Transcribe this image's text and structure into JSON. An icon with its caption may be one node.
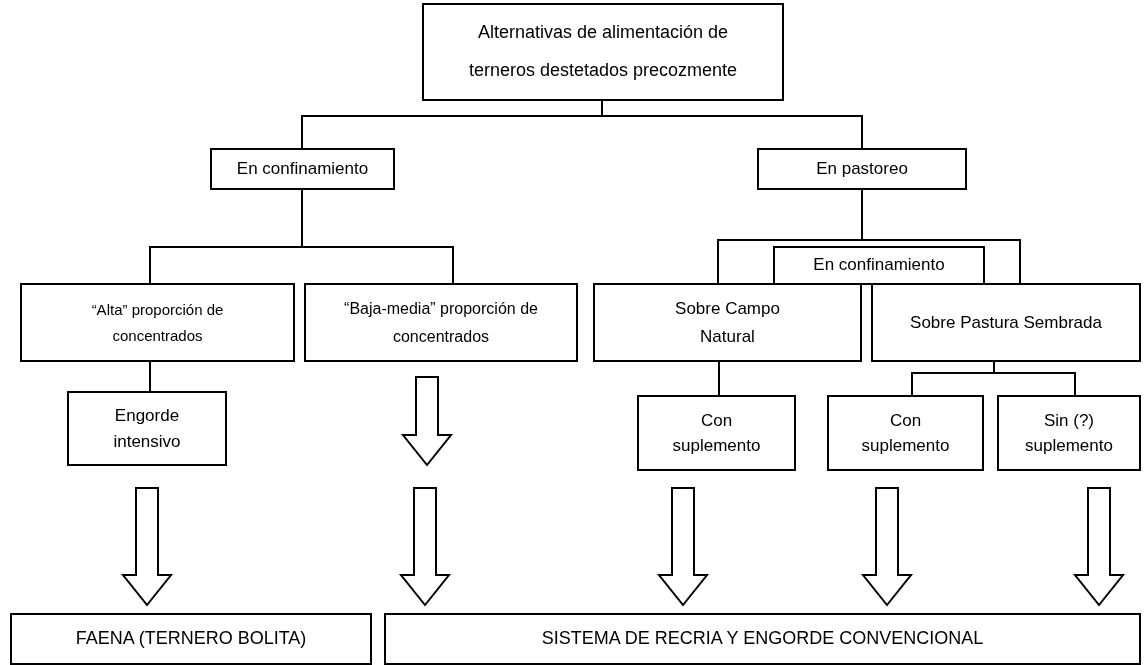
{
  "diagram": {
    "nodes": [
      {
        "text": [
          "Alternativas de alimentación de terneros destetados precozmente"
        ]
      },
      {
        "text": [
          "En confinamiento"
        ]
      },
      {
        "text": [
          "En pastoreo"
        ]
      },
      {
        "text": [
          "En confinamiento"
        ]
      },
      {
        "text": [
          "“Alta” proporción de concentrados"
        ]
      },
      {
        "text": [
          "“Baja-media” proporción de concentrados"
        ]
      },
      {
        "text": [
          "Sobre Campo Natural"
        ]
      },
      {
        "text": [
          "Sobre Pastura Sembrada"
        ]
      },
      {
        "text": [
          "Engorde intensivo"
        ]
      },
      {
        "text": [
          "Con suplemento"
        ]
      },
      {
        "text": [
          "Con suplemento"
        ]
      },
      {
        "text": [
          "Sin (?) suplemento"
        ]
      },
      {
        "text": [
          "FAENA (TERNERO BOLITA)"
        ]
      },
      {
        "text": [
          "SISTEMA DE RECRIA Y ENGORDE CONVENCIONAL"
        ]
      }
    ],
    "edges": [
      {
        "from": 0,
        "to": 1,
        "arrow": "none"
      },
      {
        "from": 0,
        "to": 2,
        "arrow": "none"
      },
      {
        "from": 1,
        "to": 4,
        "arrow": "none"
      },
      {
        "from": 1,
        "to": 5,
        "arrow": "none"
      },
      {
        "from": 2,
        "to": 6,
        "arrow": "none"
      },
      {
        "from": 2,
        "to": 7,
        "arrow": "none"
      },
      {
        "from": 4,
        "to": 8,
        "arrow": "none"
      },
      {
        "from": 6,
        "to": 9,
        "arrow": "none"
      },
      {
        "from": 7,
        "to": 10,
        "arrow": "none"
      },
      {
        "from": 7,
        "to": 11,
        "arrow": "none"
      },
      {
        "from": 8,
        "to": 12,
        "arrow": "to"
      },
      {
        "from": 5,
        "to": null,
        "arrow": "to"
      },
      {
        "from": null,
        "to": 13,
        "arrow": "to"
      },
      {
        "from": 9,
        "to": 13,
        "arrow": "to"
      },
      {
        "from": 10,
        "to": 13,
        "arrow": "to"
      },
      {
        "from": 11,
        "to": 13,
        "arrow": "to"
      }
    ]
  }
}
